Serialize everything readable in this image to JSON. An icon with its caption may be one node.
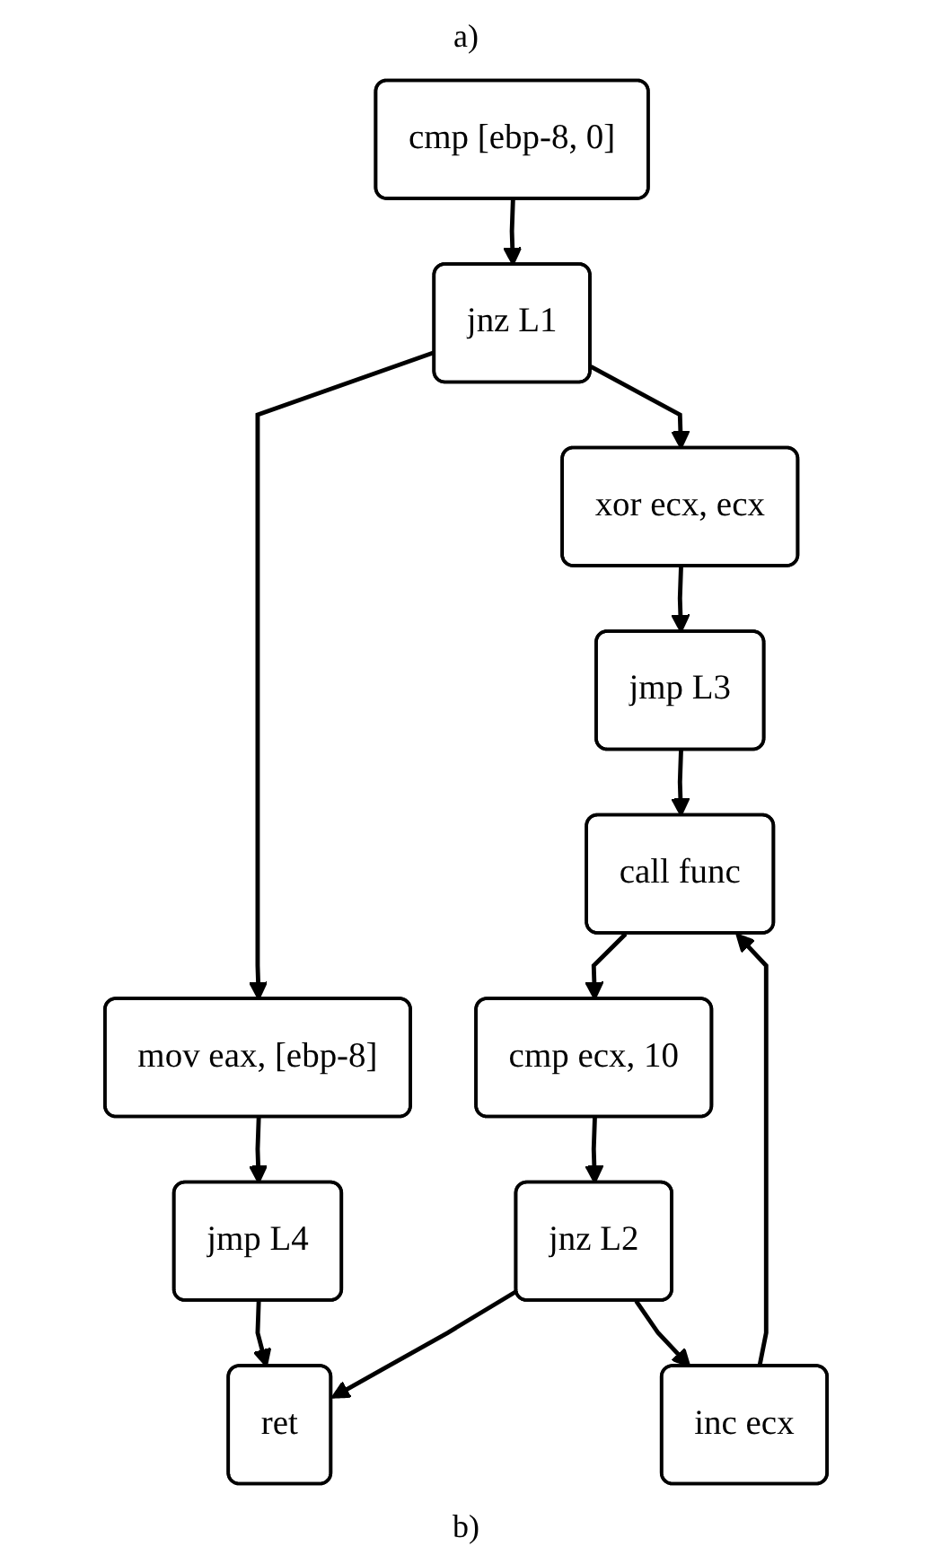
{
  "diagram": {
    "nodes": [
      {
        "text": [
          "cmp [ebp-8, 0]"
        ]
      },
      {
        "text": [
          "jnz L1"
        ]
      },
      {
        "text": [
          "mov eax, [ebp-8]"
        ]
      },
      {
        "text": [
          "jmp L4"
        ]
      },
      {
        "text": [
          "xor ecx, ecx"
        ]
      },
      {
        "text": [
          "jmp L3"
        ]
      },
      {
        "text": [
          "inc ecx"
        ]
      },
      {
        "text": [
          "call func"
        ]
      },
      {
        "text": [
          "cmp ecx, 10"
        ]
      },
      {
        "text": [
          "jnz L2"
        ]
      },
      {
        "text": [
          "ret"
        ]
      }
    ],
    "edges": [
      {
        "from": 0,
        "to": 1,
        "arrow": "to"
      },
      {
        "from": 1,
        "to": 2,
        "arrow": "to"
      },
      {
        "from": 2,
        "to": 3,
        "arrow": "to"
      },
      {
        "from": 1,
        "to": 4,
        "arrow": "to"
      },
      {
        "from": 3,
        "to": 10,
        "arrow": "to"
      },
      {
        "from": 4,
        "to": 5,
        "arrow": "to"
      },
      {
        "from": 5,
        "to": 7,
        "arrow": "to"
      },
      {
        "from": 6,
        "to": 7,
        "arrow": "to"
      },
      {
        "from": 7,
        "to": 8,
        "arrow": "to"
      },
      {
        "from": 8,
        "to": 9,
        "arrow": "to"
      },
      {
        "from": 9,
        "to": 6,
        "arrow": "to"
      },
      {
        "from": 9,
        "to": 10,
        "arrow": "to"
      }
    ],
    "labels": [
      "a)",
      "b)"
    ]
  }
}
